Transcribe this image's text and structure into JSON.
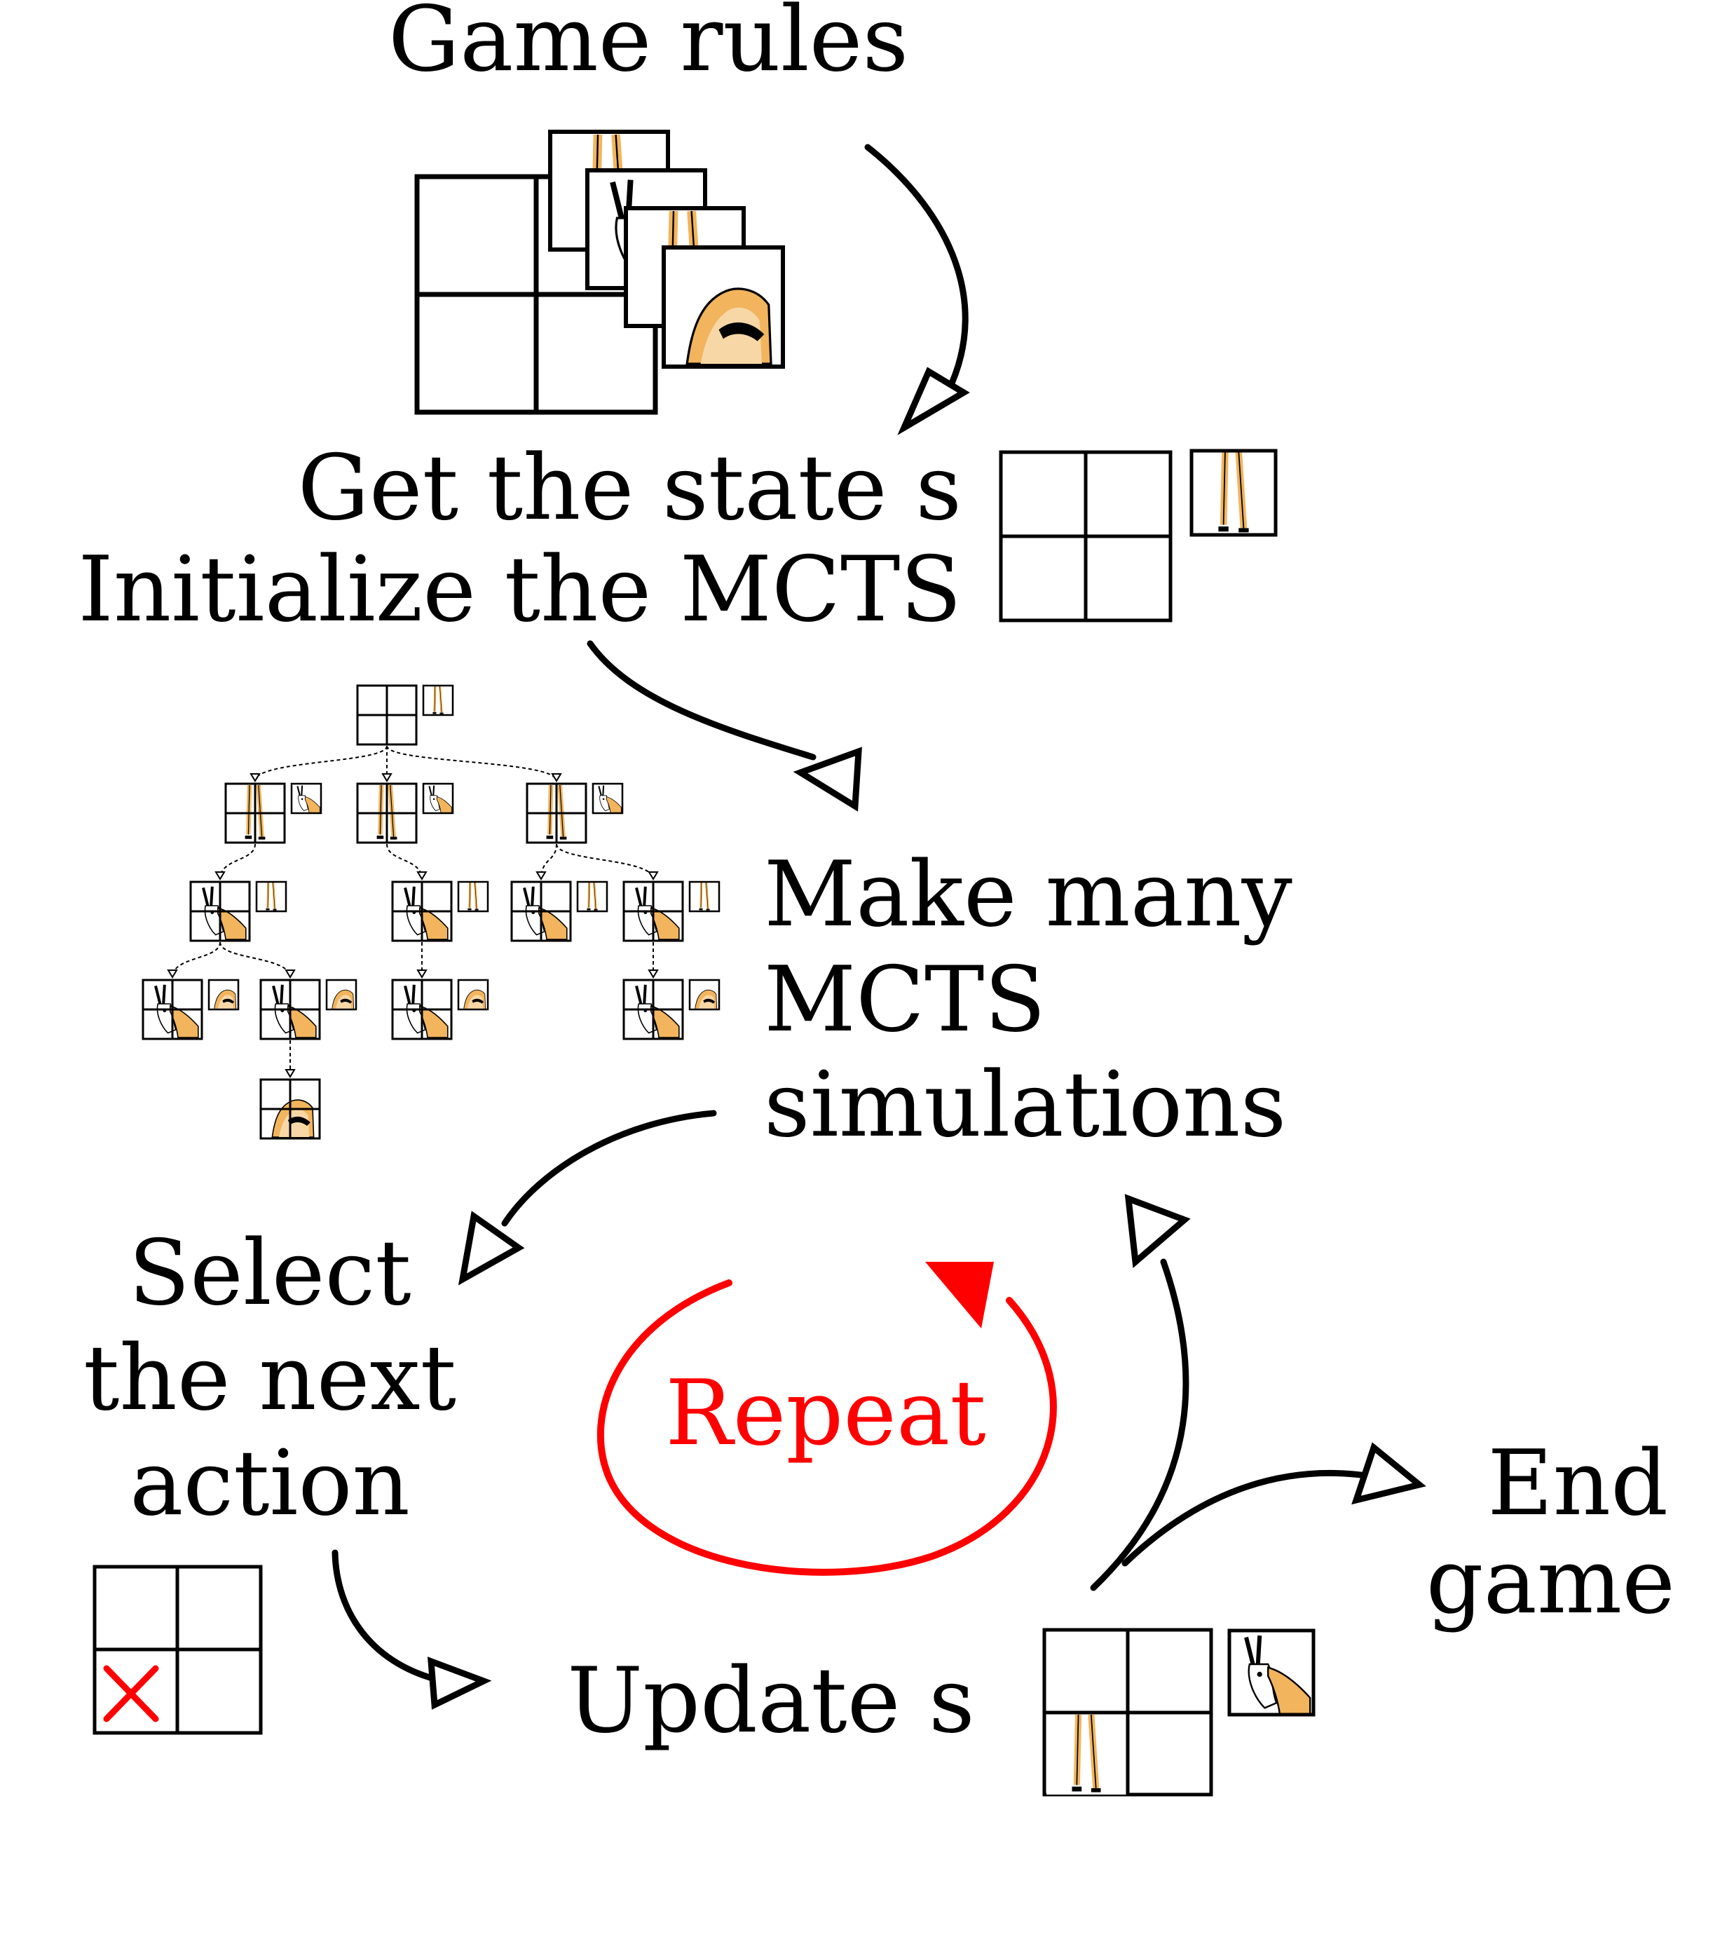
{
  "labels": {
    "game_rules": "Game rules",
    "get_state": "Get the state s",
    "initialize": "Initialize the MCTS",
    "make_many_1": "Make many",
    "make_many_2": "MCTS",
    "make_many_3": "simulations",
    "select_1": "Select",
    "select_2": "the next",
    "select_3": "action",
    "repeat": "Repeat",
    "update": "Update s",
    "end_1": "End",
    "end_2": "game"
  },
  "colors": {
    "ink": "#000000",
    "repeat": "#ff0000",
    "antelope_tan": "#f2b45c",
    "antelope_light": "#f7d7a6"
  },
  "icons": {
    "antelope": "antelope-tile-icon",
    "cross": "red-cross-mark-icon"
  }
}
